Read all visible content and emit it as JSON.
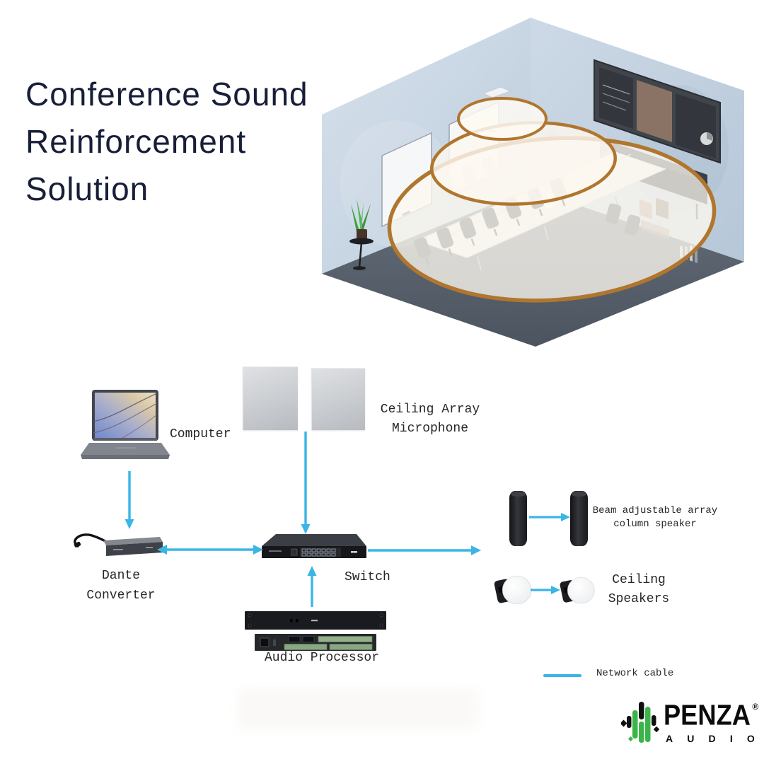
{
  "title": {
    "line1": "Conference Sound",
    "line2": "Reinforcement",
    "line3": "Solution"
  },
  "labels": {
    "computer": "Computer",
    "ceiling_array_1": "Ceiling Array",
    "ceiling_array_2": "Microphone",
    "dante_1": "Dante",
    "dante_2": "Converter",
    "switch": "Switch",
    "audio_processor": "Audio Processor",
    "column_speaker_1": "Beam adjustable array",
    "column_speaker_2": "column speaker",
    "ceiling_speakers_1": "Ceiling",
    "ceiling_speakers_2": "Speakers"
  },
  "legend": {
    "network_cable": "Network cable"
  },
  "logo": {
    "brand": "PENZA",
    "registered": "®",
    "sub": "AUDIO"
  },
  "colors": {
    "arrow": "#3ab5e6",
    "title_text": "#171e38",
    "logo_green": "#3bb54a",
    "coverage_rim": "#b0762e"
  },
  "icons": {
    "computer-icon": "laptop",
    "ceiling-mic-panel-icon": "flat ceiling array microphone panel",
    "dante-converter-icon": "dante converter box with cable",
    "switch-icon": "rack network switch",
    "audio-processor-icon": "rack audio processor front and rear views",
    "column-speaker-icon": "beam adjustable column array speaker",
    "ceiling-speaker-icon": "round ceiling speaker",
    "logo-bars-icon": "green and black equalizer bars",
    "room-illustration": "isometric conference room with tiered microphone coverage zones"
  }
}
